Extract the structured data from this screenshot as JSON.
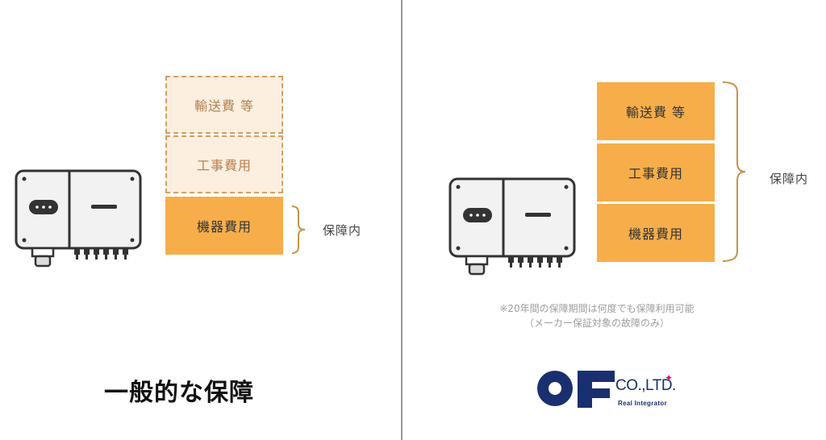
{
  "left_panel": {
    "boxes": [
      {
        "label": "輸送費 等",
        "style": "dashed"
      },
      {
        "label": "工事費用",
        "style": "dashed"
      },
      {
        "label": "機器費用",
        "style": "solid"
      }
    ],
    "bracket_label": "保障内",
    "title": "一般的な保障"
  },
  "right_panel": {
    "boxes": [
      {
        "label": "輸送費 等",
        "style": "solid"
      },
      {
        "label": "工事費用",
        "style": "solid"
      },
      {
        "label": "機器費用",
        "style": "solid"
      }
    ],
    "bracket_label": "保障内",
    "note_line1": "※20年間の保障期間は何度でも保障利用可能",
    "note_line2": "（メーカー保証対象の故障のみ）"
  },
  "logo": {
    "company": "CO.,LTD.",
    "tagline": "Real Integrator"
  },
  "colors": {
    "accent_orange": "#f7ae4a",
    "dashed_border": "#d3a061",
    "dashed_fill": "#fcefe0",
    "bracket": "#c9924c",
    "logo_blue": "#1a2f6f",
    "logo_star": "#e5007e",
    "divider": "#9a9a9a"
  },
  "icons": [
    "inverter-icon",
    "bracket-icon",
    "logo-mark-icon",
    "star-icon"
  ]
}
